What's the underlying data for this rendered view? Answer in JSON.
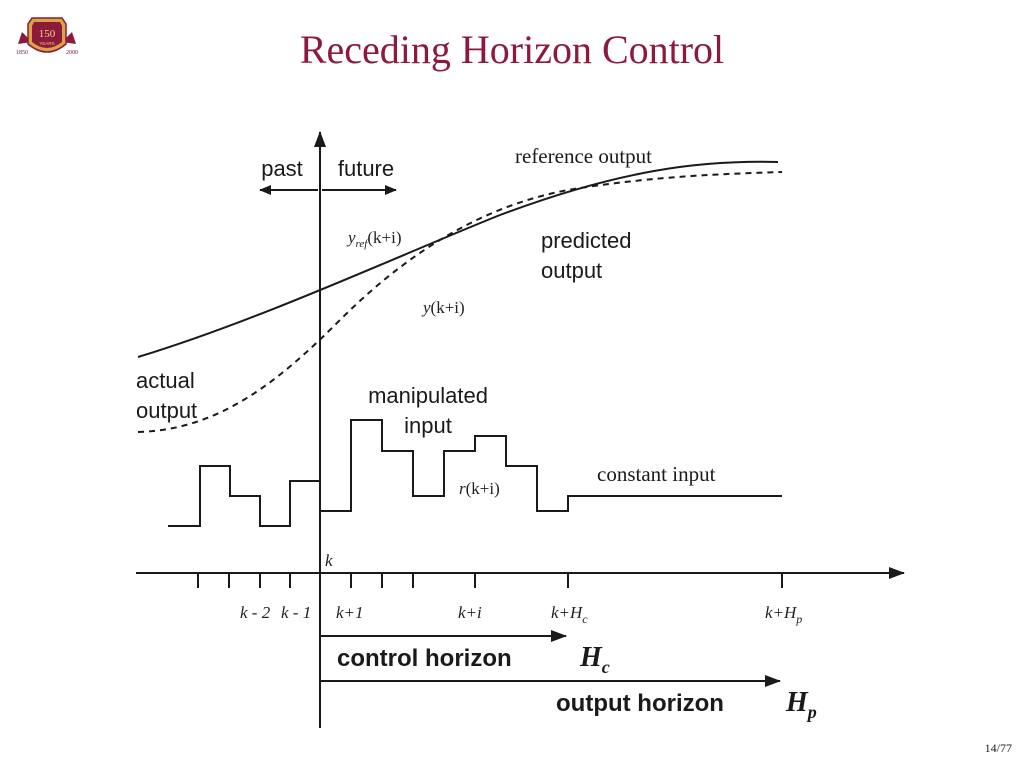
{
  "slide": {
    "title": "Receding Horizon Control",
    "page": "14/77"
  },
  "logo": {
    "number": "150",
    "word": "YEARS",
    "year_left": "1850",
    "year_right": "2000",
    "colors": {
      "crest": "#8c1a3c",
      "gold": "#d9a441"
    }
  },
  "diagram": {
    "past_label": "past",
    "future_label": "future",
    "reference_label": "reference output",
    "yref_label": {
      "var": "y",
      "sub": "ref",
      "arg": "(k+i)"
    },
    "predicted_label_1": "predicted",
    "predicted_label_2": "output",
    "y_label": {
      "var": "y",
      "arg": "(k+i)"
    },
    "actual_label_1": "actual",
    "actual_label_2": "output",
    "manipulated_label_1": "manipulated",
    "manipulated_label_2": "input",
    "r_label": {
      "var": "r",
      "arg": "(k+i)"
    },
    "constant_label": "constant input",
    "k_label": "k",
    "ticks": {
      "k_minus_2": "k - 2",
      "k_minus_1": "k - 1",
      "k_plus_1": "k+1",
      "k_plus_i": "k+i",
      "k_plus_Hc": {
        "base": "k+H",
        "sub": "c"
      },
      "k_plus_Hp": {
        "base": "k+H",
        "sub": "p"
      }
    },
    "control_horizon_label": "control horizon",
    "control_horizon_symbol": {
      "base": "H",
      "sub": "c"
    },
    "output_horizon_label": "output horizon",
    "output_horizon_symbol": {
      "base": "H",
      "sub": "p"
    }
  }
}
